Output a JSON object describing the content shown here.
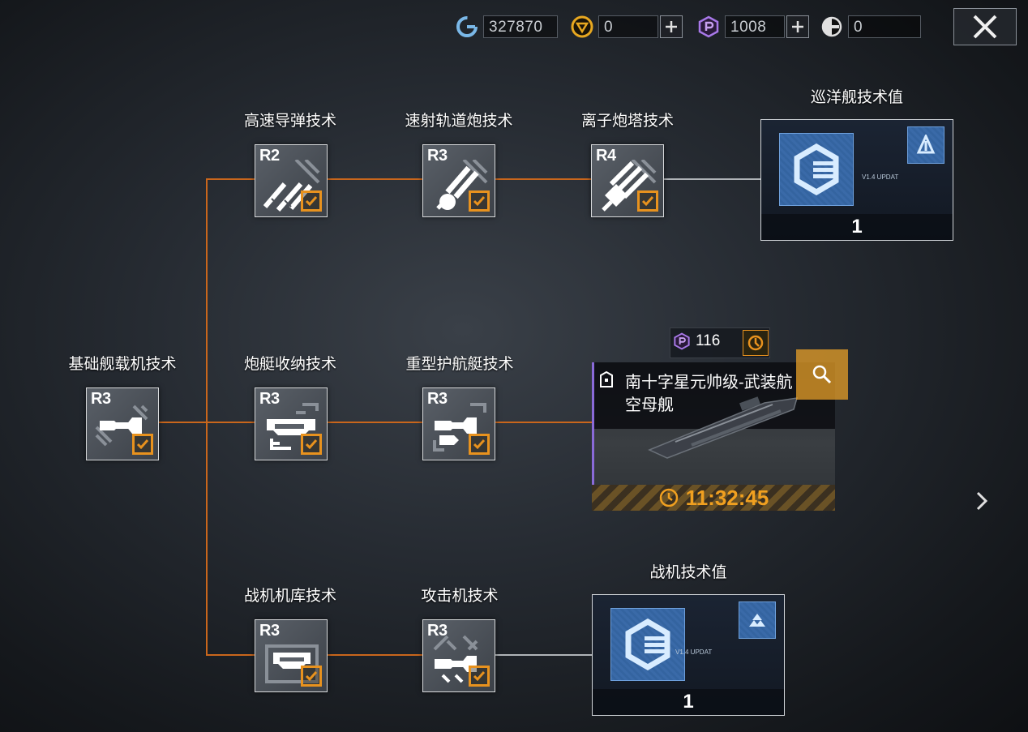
{
  "resources": {
    "credits": "327870",
    "gold": "0",
    "premium": "1008",
    "other": "0"
  },
  "nodes": {
    "base": {
      "label": "基础舰载机技术",
      "rank": "R3"
    },
    "missile": {
      "label": "高速导弹技术",
      "rank": "R2"
    },
    "railgun": {
      "label": "速射轨道炮技术",
      "rank": "R3"
    },
    "ion": {
      "label": "离子炮塔技术",
      "rank": "R4"
    },
    "gunboat": {
      "label": "炮艇收纳技术",
      "rank": "R3"
    },
    "escort": {
      "label": "重型护航艇技术",
      "rank": "R3"
    },
    "hangar": {
      "label": "战机机库技术",
      "rank": "R3"
    },
    "attack": {
      "label": "攻击机技术",
      "rank": "R3"
    }
  },
  "cruiser_value": {
    "title": "巡洋舰技术值",
    "value": "1",
    "tag": "V1.4 UPDAT"
  },
  "fighter_value": {
    "title": "战机技术值",
    "value": "1",
    "tag": "V1.4 UPDAT"
  },
  "ship": {
    "cost": "116",
    "name_line1": "南十字星元帅级-武装航",
    "name_line2": "空母舰",
    "timer": "11:32:45"
  },
  "colors": {
    "accent": "#e8921e",
    "link_line": "#c9661c",
    "tile_blue": "#3a6aa8",
    "premium_purple": "#9a6ae0"
  }
}
